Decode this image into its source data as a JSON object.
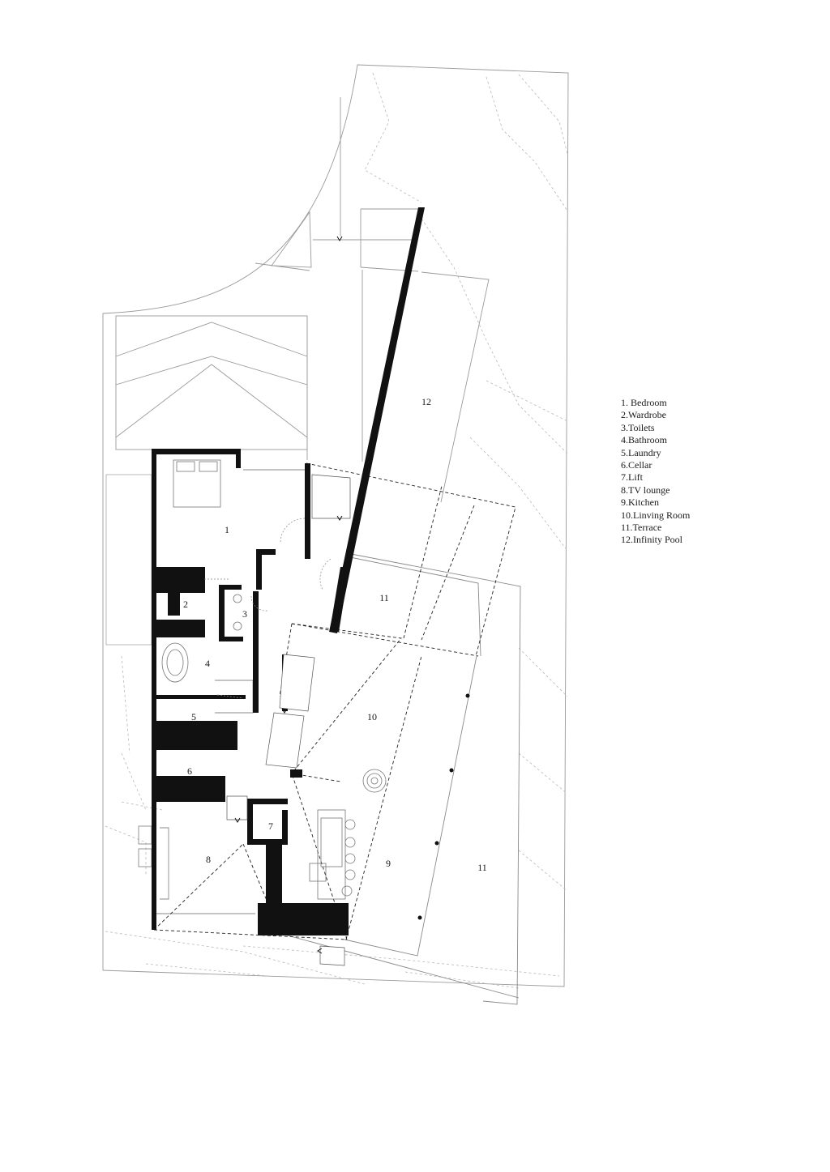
{
  "legend": [
    "1. Bedroom",
    "2.Wardrobe",
    "3.Toilets",
    "4.Bathroom",
    "5.Laundry",
    "6.Cellar",
    "7.Lift",
    "8.TV lounge",
    "9.Kitchen",
    "10.Linving Room",
    "11.Terrace",
    "12.Infinity Pool"
  ],
  "rooms": [
    {
      "name": "room-label-bedroom",
      "label": "1"
    },
    {
      "name": "room-label-wardrobe",
      "label": "2"
    },
    {
      "name": "room-label-toilets",
      "label": "3"
    },
    {
      "name": "room-label-bathroom",
      "label": "4"
    },
    {
      "name": "room-label-laundry",
      "label": "5"
    },
    {
      "name": "room-label-cellar",
      "label": "6"
    },
    {
      "name": "room-label-lift",
      "label": "7"
    },
    {
      "name": "room-label-tv-lounge",
      "label": "8"
    },
    {
      "name": "room-label-kitchen",
      "label": "9"
    },
    {
      "name": "room-label-living-room",
      "label": "10"
    },
    {
      "name": "room-label-terrace-upper",
      "label": "11"
    },
    {
      "name": "room-label-terrace-lower",
      "label": "11"
    },
    {
      "name": "room-label-infinity-pool",
      "label": "12"
    }
  ],
  "colors": {
    "wall": "#111111",
    "line": "#9a9a9a",
    "contour": "#b8b8b8"
  }
}
